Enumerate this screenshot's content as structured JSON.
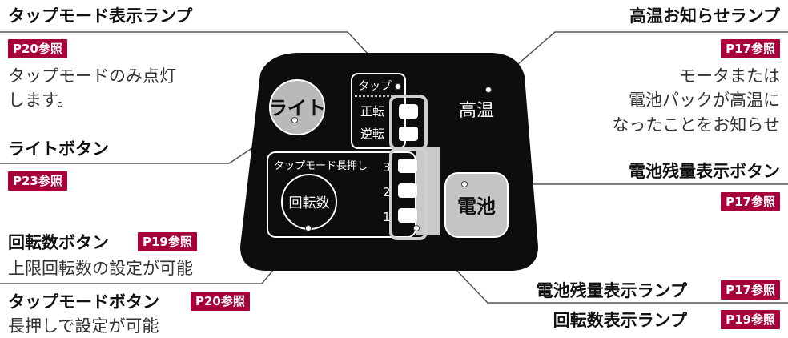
{
  "panel": {
    "light_button": "ライト",
    "tap_box_title": "タップ",
    "forward": "正転",
    "reverse": "逆転",
    "tap_mode_long_press": "タップモード長押し",
    "speed_levels": [
      "3",
      "2",
      "1"
    ],
    "speed_button": "回転数",
    "high_temp": "高温",
    "battery_button": "電池"
  },
  "callouts": {
    "tap_lamp": {
      "title": "タップモード表示ランプ",
      "ref": "P20参照",
      "desc": [
        "タップモードのみ点灯",
        "します。"
      ]
    },
    "light_btn": {
      "title": "ライトボタン",
      "ref": "P23参照"
    },
    "speed_btn": {
      "title": "回転数ボタン",
      "ref": "P19参照",
      "desc": "上限回転数の設定が可能"
    },
    "tap_btn": {
      "title": "タップモードボタン",
      "ref": "P20参照",
      "desc": "長押しで設定が可能"
    },
    "temp_lamp": {
      "title": "高温お知らせランプ",
      "ref": "P17参照",
      "desc": [
        "モータまたは",
        "電池パックが高温に",
        "なったことをお知らせ"
      ]
    },
    "battery_btn": {
      "title": "電池残量表示ボタン",
      "ref": "P17参照"
    },
    "battery_lamp": {
      "title": "電池残量表示ランプ",
      "ref": "P17参照"
    },
    "speed_lamp": {
      "title": "回転数表示ランプ",
      "ref": "P19参照"
    }
  },
  "colors": {
    "panel": "#0d0d0d",
    "ref_badge": "#a8003a",
    "leader": "#444444",
    "panel_text": "#ffffff"
  }
}
